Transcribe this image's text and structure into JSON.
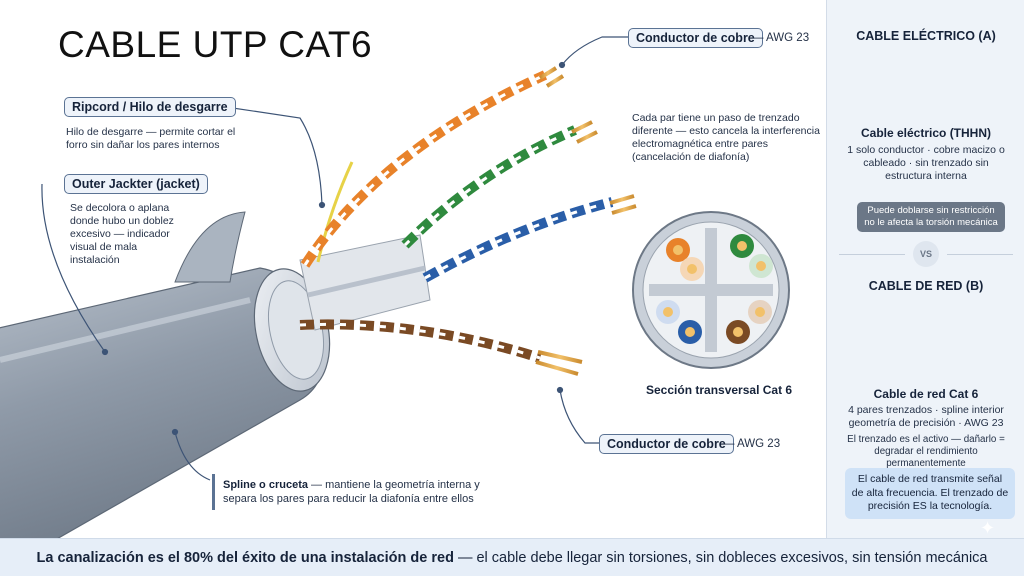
{
  "title": "CABLE UTP CAT6",
  "labels": {
    "ripcord": "Ripcord / Hilo de desgarre",
    "ripcord_note": "Hilo de desgarre — permite cortar el forro sin dañar los pares internos",
    "jacket": "Outer Jackter (jacket)",
    "jacket_note": "Se decolora o aplana donde hubo un doblez excesivo — indicador visual de mala instalación",
    "copper_top": "Conductor de cobre",
    "copper_top_awg": "— AWG 23",
    "twist_note": "Cada par tiene un paso de trenzado diferente — esto cancela la interferencia electromagnética entre pares (cancelación de diafonía)",
    "cross_section": "Sección transversal Cat 6",
    "copper_bottom": "Conductor de cobre",
    "copper_bottom_awg": "— AWG 23",
    "spline_title": "Spline o cruceta",
    "spline_text": " — mantiene la geometría interna y separa los pares para reducir la diafonía entre ellos"
  },
  "sidebar": {
    "a_header": "CABLE ELÉCTRICO (A)",
    "a_title": "Cable eléctrico (THHN)",
    "a_desc": "1 solo conductor · cobre macizo o cableado · sin trenzado sin estructura interna",
    "a_pill": "Puede doblarse sin restricción no le afecta la torsión mecánica",
    "vs": "VS",
    "b_header": "CABLE DE RED (B)",
    "b_title": "Cable de red Cat 6",
    "b_desc": "4 pares trenzados · spline interior geometría de precisión · AWG 23",
    "b_warning": "El trenzado es el activo — dañarlo = degradar el rendimiento permanentemente",
    "b_box": "El cable de red transmite señal de alta frecuencia. El trenzado de precisión ES la tecnología."
  },
  "footer": {
    "bold": "La canalización es el 80% del éxito de una instalación de red",
    "rest": " — el cable debe llegar sin torsiones, sin dobleces excesivos, sin tensión mecánica"
  }
}
